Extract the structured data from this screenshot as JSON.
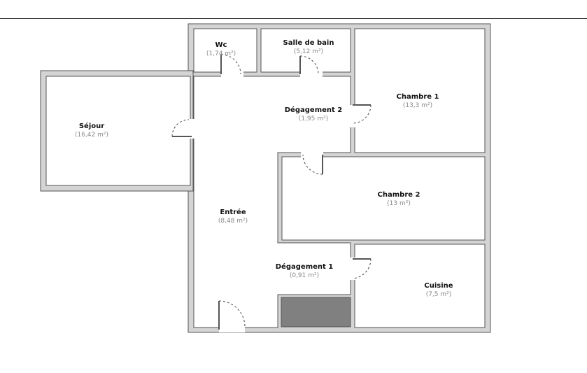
{
  "rooms": [
    {
      "name": "Wc",
      "area": "(1,74 m²)"
    },
    {
      "name": "Salle de bain",
      "area": "(5,12 m²)"
    },
    {
      "name": "Chambre 1",
      "area": "(13,3 m²)"
    },
    {
      "name": "Dégagement 2",
      "area": "(1,95 m²)"
    },
    {
      "name": "Séjour",
      "area": "(16,42 m²)"
    },
    {
      "name": "Chambre 2",
      "area": "(13 m²)"
    },
    {
      "name": "Entrée",
      "area": "(8,48 m²)"
    },
    {
      "name": "Dégagement 1",
      "area": "(0,91 m²)"
    },
    {
      "name": "Cuisine",
      "area": "(7,5 m²)"
    }
  ],
  "colors": {
    "wall": "#d4d4d4",
    "wall_outline": "#555555",
    "storage": "#808080"
  }
}
